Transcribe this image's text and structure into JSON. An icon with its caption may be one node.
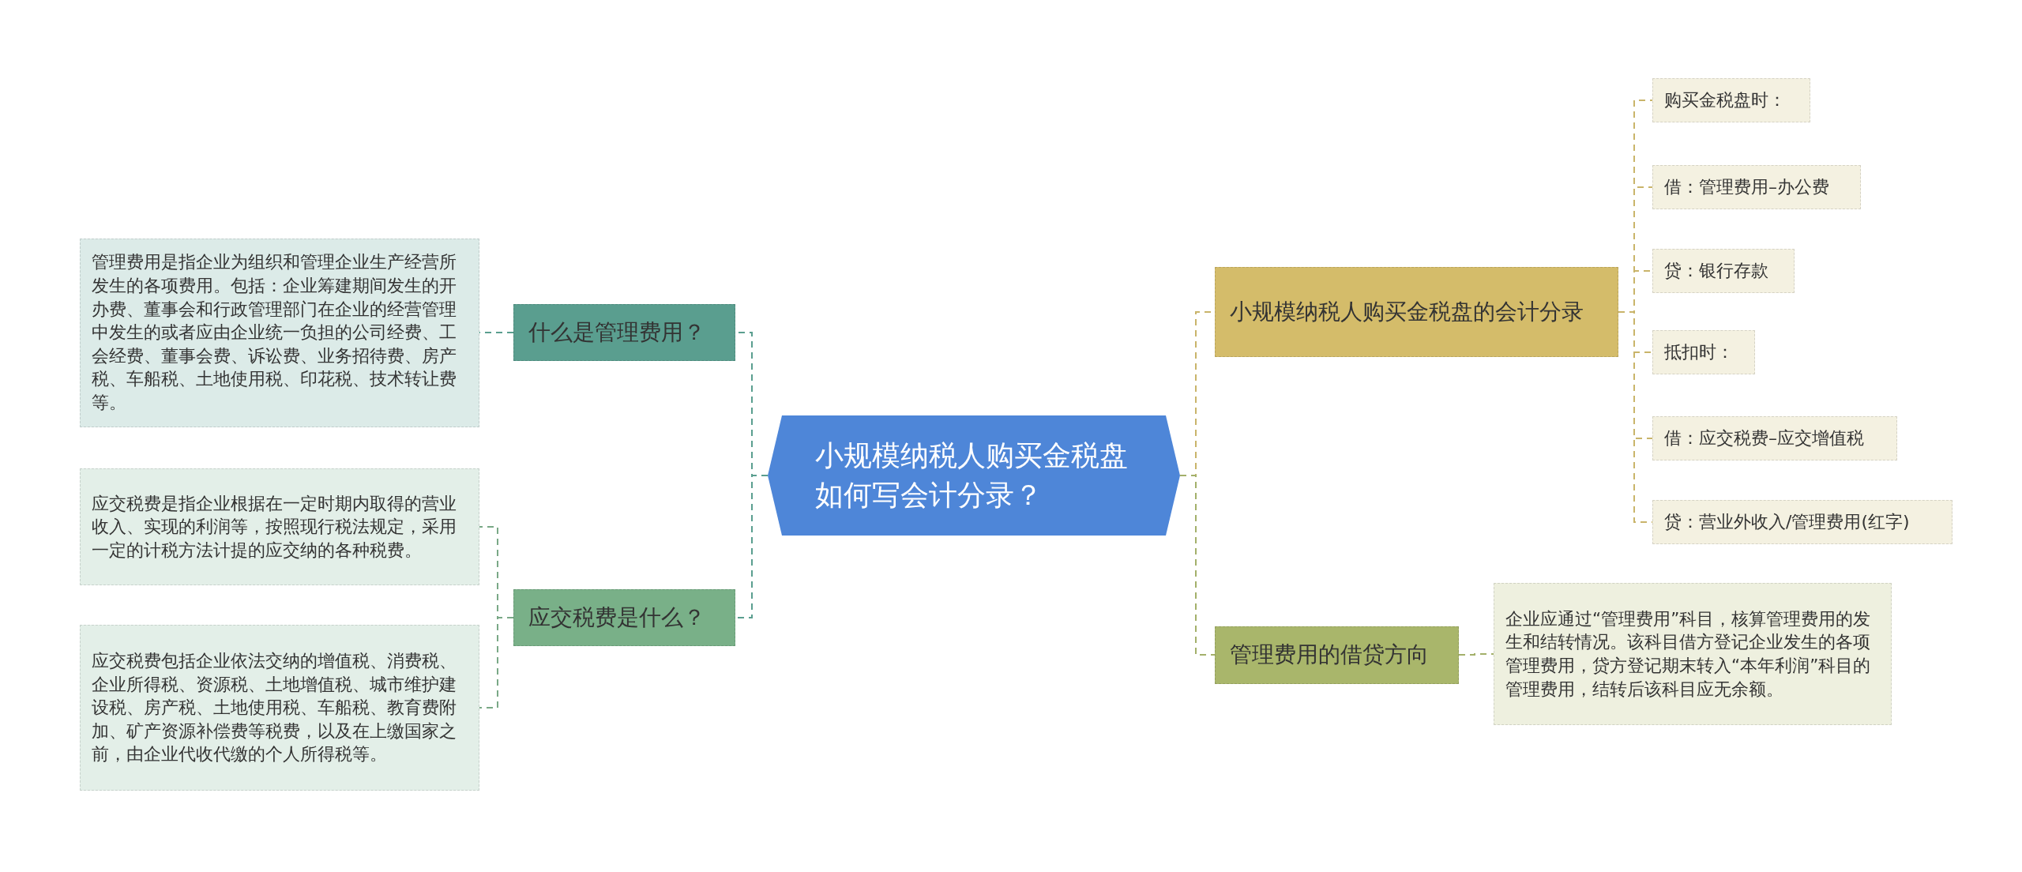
{
  "diagram": {
    "nodes": [
      {
        "text": [
          "小规模纳税人购买金税盘如何写会计分录？"
        ]
      },
      {
        "text": [
          "什么是管理费用？"
        ]
      },
      {
        "text": [
          "管理费用是指企业为组织和管理企业生产经营所发生的各项费用。包括：企业筹建期间发生的开办费、董事会和行政管理部门在企业的经营管理中发生的或者应由企业统一负担的公司经费、工会经费、董事会费、诉讼费、业务招待费、房产税、车船税、土地使用税、印花税、技术转让费等。"
        ]
      },
      {
        "text": [
          "应交税费是什么？"
        ]
      },
      {
        "text": [
          "应交税费是指企业根据在一定时期内取得的营业收入、实现的利润等，按照现行税法规定，采用一定的计税方法计提的应交纳的各种税费。"
        ]
      },
      {
        "text": [
          "应交税费包括企业依法交纳的增值税、消费税、企业所得税、资源税、土地增值税、城市维护建设税、房产税、土地使用税、车船税、教育费附加、矿产资源补偿费等税费，以及在上缴国家之前，由企业代收代缴的个人所得税等。"
        ]
      },
      {
        "text": [
          "小规模纳税人购买金税盘的会计分录"
        ]
      },
      {
        "text": [
          "购买金税盘时："
        ]
      },
      {
        "text": [
          "借：管理费用–办公费"
        ]
      },
      {
        "text": [
          "贷：银行存款"
        ]
      },
      {
        "text": [
          "抵扣时："
        ]
      },
      {
        "text": [
          "借：应交税费–应交增值税"
        ]
      },
      {
        "text": [
          "贷：营业外收入/管理费用(红字)"
        ]
      },
      {
        "text": [
          "管理费用的借贷方向"
        ]
      },
      {
        "text": [
          "企业应通过“管理费用”科目，核算管理费用的发生和结转情况。该科目借方登记企业发生的各项管理费用，贷方登记期末转入“本年利润”科目的管理费用，结转后该科目应无余额。"
        ]
      }
    ],
    "edges": [
      {
        "from": 0,
        "to": 1,
        "arrow": "none",
        "style": "dashed",
        "color": "#5a9e8f"
      },
      {
        "from": 0,
        "to": 3,
        "arrow": "none",
        "style": "dashed",
        "color": "#5a9e8f"
      },
      {
        "from": 1,
        "to": 2,
        "arrow": "none",
        "style": "dashed",
        "color": "#5a9e8f"
      },
      {
        "from": 3,
        "to": 4,
        "arrow": "none",
        "style": "dashed",
        "color": "#79a886"
      },
      {
        "from": 3,
        "to": 5,
        "arrow": "none",
        "style": "dashed",
        "color": "#79a886"
      },
      {
        "from": 0,
        "to": 6,
        "arrow": "none",
        "style": "dashed",
        "color": "#c9b46a"
      },
      {
        "from": 0,
        "to": 13,
        "arrow": "none",
        "style": "dashed",
        "color": "#a3b06a"
      },
      {
        "from": 6,
        "to": 7,
        "arrow": "none",
        "style": "dashed",
        "color": "#c9b46a"
      },
      {
        "from": 6,
        "to": 8,
        "arrow": "none",
        "style": "dashed",
        "color": "#c9b46a"
      },
      {
        "from": 6,
        "to": 9,
        "arrow": "none",
        "style": "dashed",
        "color": "#c9b46a"
      },
      {
        "from": 6,
        "to": 10,
        "arrow": "none",
        "style": "dashed",
        "color": "#c9b46a"
      },
      {
        "from": 6,
        "to": 11,
        "arrow": "none",
        "style": "dashed",
        "color": "#c9b46a"
      },
      {
        "from": 6,
        "to": 12,
        "arrow": "none",
        "style": "dashed",
        "color": "#c9b46a"
      },
      {
        "from": 13,
        "to": 14,
        "arrow": "none",
        "style": "dashed",
        "color": "#a3b06a"
      }
    ]
  }
}
